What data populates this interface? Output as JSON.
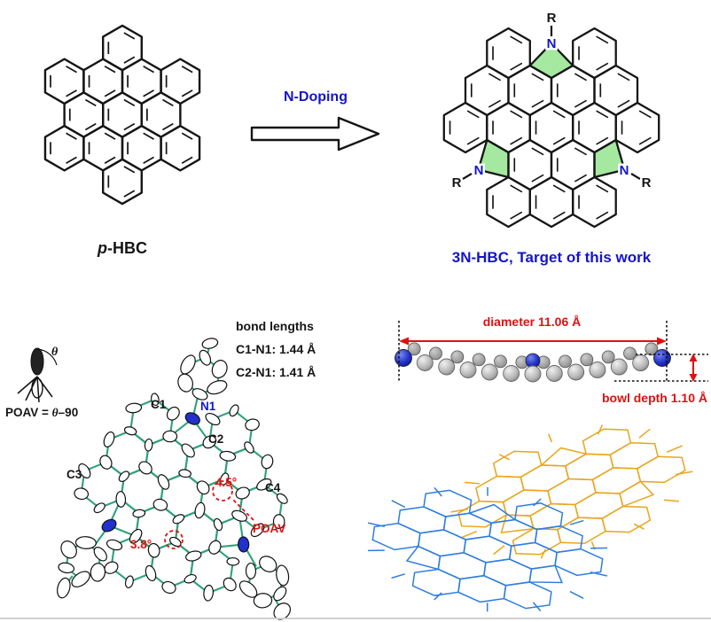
{
  "colors": {
    "accent_blue": "#1414cc",
    "accent_red": "#dd1111",
    "pyrrole_green": "#a5e8a0",
    "bond_green": "#2fa27c",
    "nitrogen_blue": "#2230cc",
    "packing_orange": "#e8a51c",
    "packing_blue": "#2e7ddf"
  },
  "scheme": {
    "left_label_italic": "p",
    "left_label_rest": "-HBC",
    "arrow_label": "N-Doping",
    "right_label": "3N-HBC, Target of this work",
    "r_label": "R",
    "n_label": "N"
  },
  "crystal": {
    "poav_prefix": "POAV = ",
    "theta_symbol": "θ",
    "poav_suffix": "–90",
    "bond_lengths_title": "bond lengths",
    "bond_length_1": "C1-N1: 1.44 Å",
    "bond_length_2": "C2-N1: 1.41 Å",
    "label_c1": "C1",
    "label_n1": "N1",
    "label_c2": "C2",
    "label_c3": "C3",
    "label_c4": "C4",
    "angle_1": "4.5°",
    "angle_2": "3.8°",
    "poav_label": "POAV"
  },
  "bowl": {
    "diameter_label": "diameter 11.06 Å",
    "depth_label": "bowl depth 1.10 Å"
  }
}
